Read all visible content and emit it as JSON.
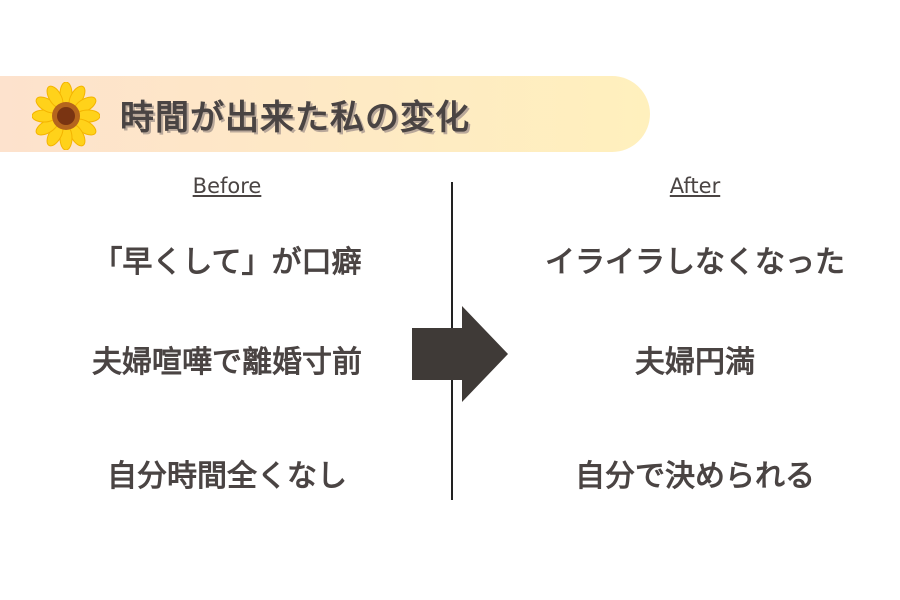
{
  "title": "時間が出来た私の変化",
  "before": {
    "label": "Before",
    "items": [
      "「早くして」が口癖",
      "夫婦喧嘩で離婚寸前",
      "自分時間全くなし"
    ]
  },
  "after": {
    "label": "After",
    "items": [
      "イライラしなくなった",
      "夫婦円満",
      "自分で決められる"
    ]
  },
  "colors": {
    "text": "#4a4443",
    "banner_start": "#fde2cd",
    "banner_end": "#fff0bd",
    "arrow": "#3f3a37"
  }
}
